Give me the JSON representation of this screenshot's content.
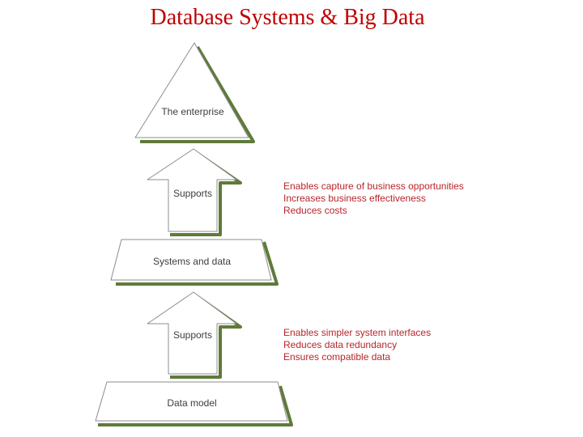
{
  "title": "Database Systems & Big Data",
  "colors": {
    "title": "#c00000",
    "shape_border": "#5f7a3a",
    "shape_fill": "#ffffff",
    "label_text": "#3a3f3a",
    "benefit_text": "#b8252a"
  },
  "diagram": {
    "apex_label": "The enterprise",
    "upper_arrow_label": "Supports",
    "middle_layer_label": "Systems and data",
    "lower_arrow_label": "Supports",
    "base_layer_label": "Data model"
  },
  "upper_benefits": [
    "Enables capture of business opportunities",
    "Increases business effectiveness",
    "Reduces costs"
  ],
  "lower_benefits": [
    "Enables simpler system interfaces",
    "Reduces data redundancy",
    "Ensures compatible data"
  ]
}
